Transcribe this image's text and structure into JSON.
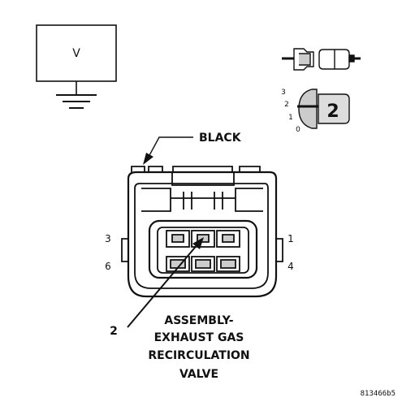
{
  "meter": {
    "label": "V"
  },
  "wire_color": {
    "label": "BLACK"
  },
  "pin_legend": {
    "labels": [
      "3",
      "2",
      "1",
      "0"
    ],
    "callout_number": "2"
  },
  "connector": {
    "pin_left_top": "3",
    "pin_left_bottom": "6",
    "pin_right_top": "1",
    "pin_right_bottom": "4"
  },
  "callout": {
    "number": "2"
  },
  "component": {
    "line1": "ASSEMBLY-",
    "line2": "EXHAUST GAS",
    "line3": "RECIRCULATION",
    "line4": "VALVE"
  },
  "figure_id": "813466b5",
  "colors": {
    "ink": "#111111",
    "fill_gray": "#cccccc",
    "paper": "#ffffff"
  }
}
